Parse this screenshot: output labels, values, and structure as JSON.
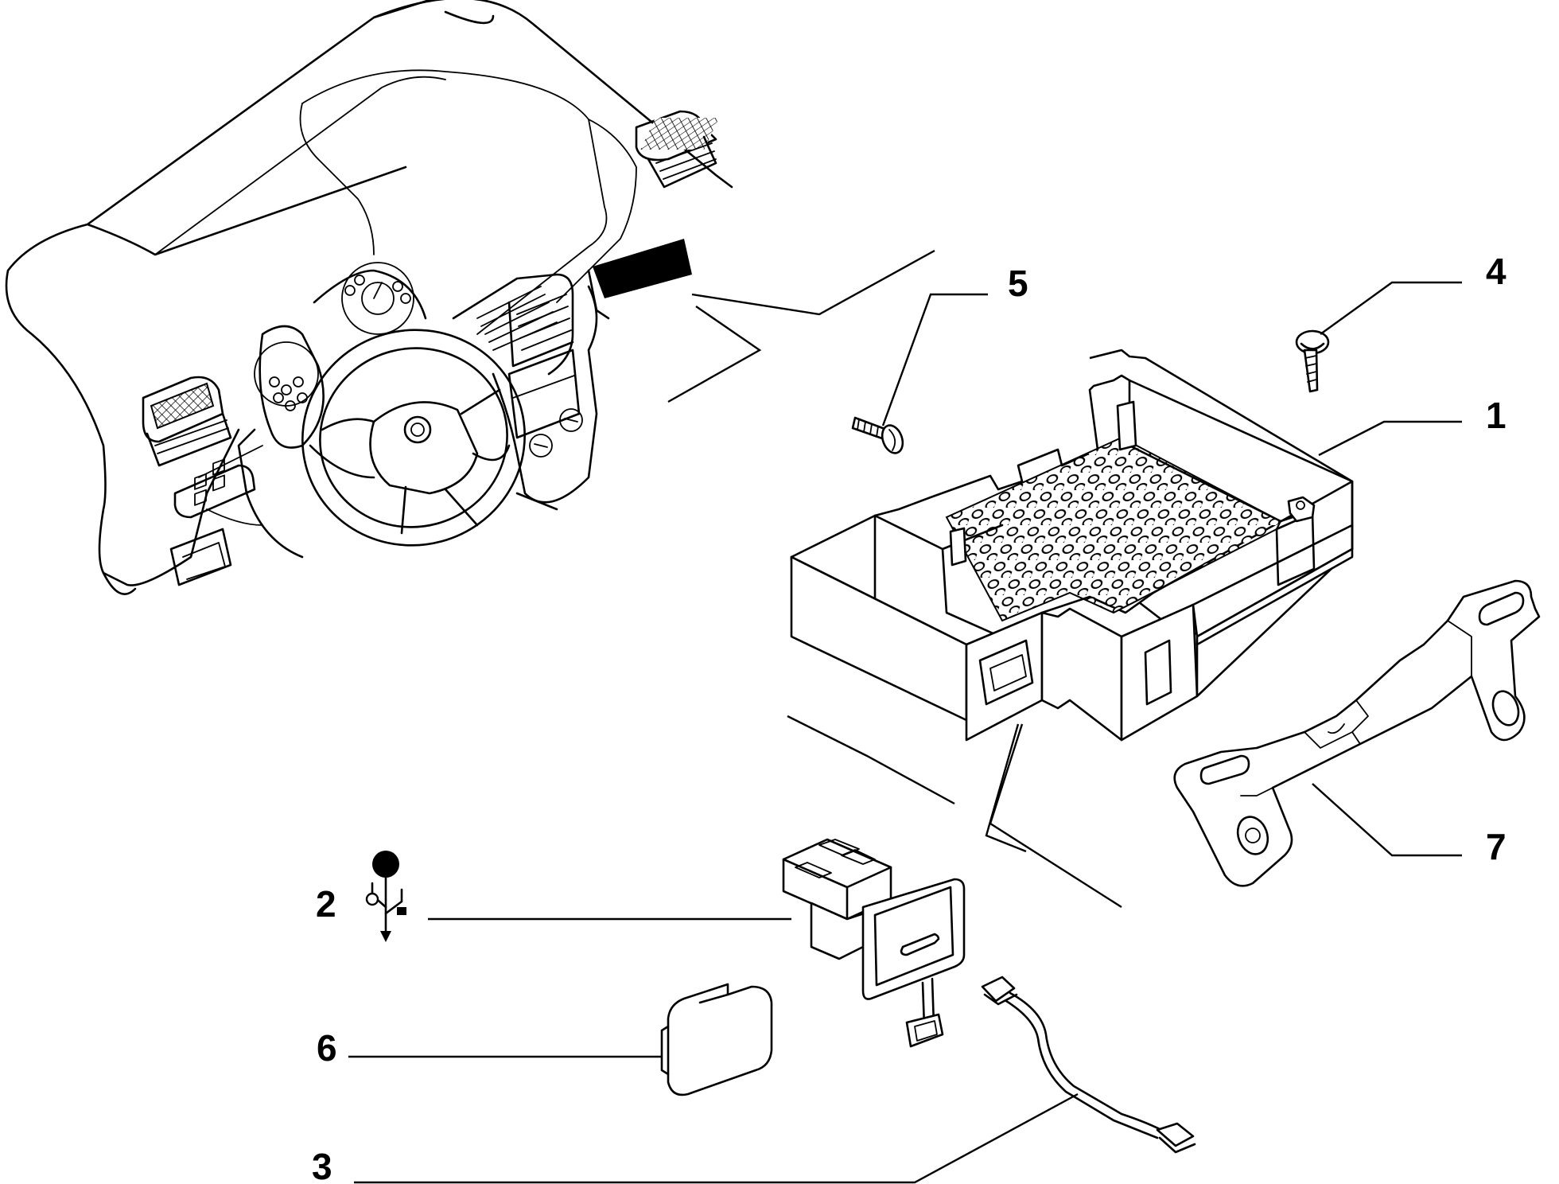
{
  "callouts": [
    {
      "id": "1",
      "label": "1"
    },
    {
      "id": "2",
      "label": "2"
    },
    {
      "id": "3",
      "label": "3"
    },
    {
      "id": "4",
      "label": "4"
    },
    {
      "id": "5",
      "label": "5"
    },
    {
      "id": "6",
      "label": "6"
    },
    {
      "id": "7",
      "label": "7"
    }
  ],
  "icons": {
    "usb": "usb-icon"
  },
  "colors": {
    "line": "#000000",
    "background": "#ffffff"
  }
}
